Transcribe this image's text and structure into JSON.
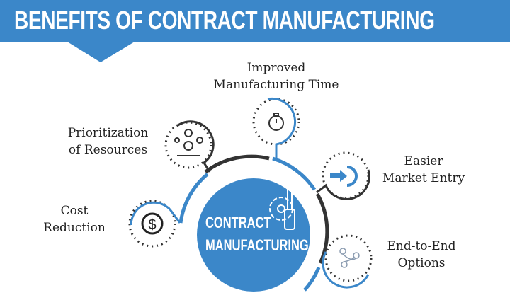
{
  "header": {
    "title": "BENEFITS OF CONTRACT MANUFACTURING"
  },
  "center": {
    "line1": "CONTRACT",
    "line2": "MANUFACTURING",
    "icon": "gear-wrench-icon"
  },
  "benefits": [
    {
      "line1": "Improved",
      "line2": "Manufacturing Time",
      "icon": "stopwatch-icon"
    },
    {
      "line1": "Prioritization",
      "line2": "of Resources",
      "icon": "resources-person-icon"
    },
    {
      "line1": "Easier",
      "line2": "Market Entry",
      "icon": "arrow-enter-icon"
    },
    {
      "line1": "Cost",
      "line2": "Reduction",
      "icon": "dollar-cycle-icon"
    },
    {
      "line1": "End-to-End",
      "line2": "Options",
      "icon": "route-pins-icon"
    }
  ],
  "colors": {
    "blue": "#3b87c9",
    "dark": "#333333"
  }
}
